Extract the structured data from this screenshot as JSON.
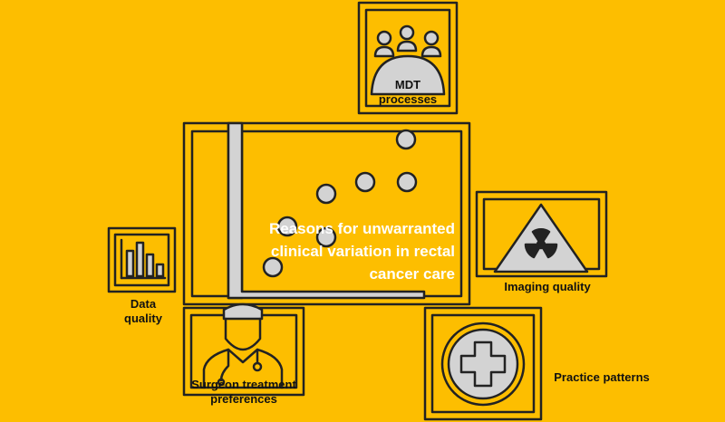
{
  "colors": {
    "background": "#fdbe00",
    "outline": "#222222",
    "fill_grey": "#d3d3d3",
    "title_text": "#ffffff"
  },
  "center": {
    "title": "Reasons for unwarranted clinical variation in rectal cancer care"
  },
  "factors": {
    "mdt": {
      "label_line1": "MDT",
      "label_line2": "processes",
      "icon": "meeting-people-icon"
    },
    "imaging": {
      "label": "Imaging quality",
      "icon": "radiation-icon"
    },
    "data": {
      "label_line1": "Data",
      "label_line2": "quality",
      "icon": "bar-chart-icon"
    },
    "surgeon": {
      "label_line1": "Surgeon treatment",
      "label_line2": "preferences",
      "icon": "doctor-icon"
    },
    "practice": {
      "label": "Practice patterns",
      "icon": "medical-cross-icon"
    }
  }
}
